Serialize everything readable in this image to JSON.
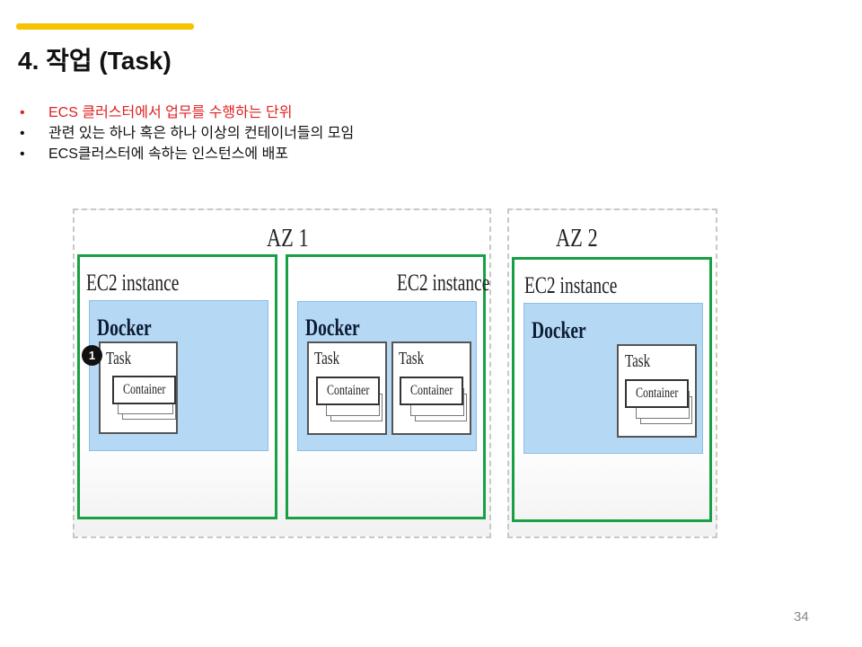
{
  "slide": {
    "title": "4. 작업 (Task)",
    "bullets": [
      "ECS 클러스터에서 업무를 수행하는 단위",
      "관련 있는 하나 혹은 하나 이상의 컨테이너들의 모임",
      "ECS클러스터에 속하는 인스턴스에 배포"
    ],
    "page_number": "34",
    "accent_color": "#f7c200"
  },
  "diagram": {
    "az1": {
      "label": "AZ 1"
    },
    "az2": {
      "label": "AZ 2"
    },
    "ec2_label": "EC2 instance",
    "docker_label": "Docker",
    "task_label": "Task",
    "container_label": "Container",
    "badge": "1"
  }
}
